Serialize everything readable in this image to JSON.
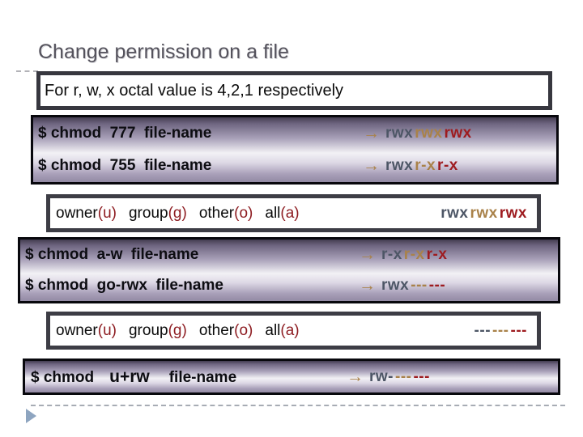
{
  "slide": {
    "title": "Change permission on a file",
    "note": "For r, w, x octal value is 4,2,1 respectively"
  },
  "commands": {
    "arrow": "→",
    "b1r1": {
      "cmd": "$ chmod  777  file-name",
      "g1": "rwx",
      "g2": "rwx",
      "g3": "rwx"
    },
    "b1r2": {
      "cmd": "$ chmod  755  file-name",
      "g1": "rwx",
      "g2": "r-x",
      "g3": "r-x"
    },
    "b2r1": {
      "cmd": "$ chmod  a-w  file-name",
      "g1": "r-x",
      "g2": "r-x",
      "g3": "r-x"
    },
    "b2r2": {
      "cmd": "$ chmod  go-rwx  file-name",
      "g1": "rwx",
      "g2": "---",
      "g3": "---"
    },
    "b3r1": {
      "prefix": "$ chmod",
      "mode": "u+rw",
      "file": "file-name",
      "g1": "rw-",
      "g2": "---",
      "g3": "---"
    }
  },
  "legend": {
    "owner": "owner",
    "owner_scope": "(u)",
    "group": "group",
    "group_scope": "(g)",
    "other": "other",
    "other_scope": "(o)",
    "all": "all",
    "all_scope": "(a)",
    "row1": {
      "g1": "rwx",
      "g2": "rwx",
      "g3": "rwx"
    },
    "row2": {
      "g1": "---",
      "g2": "---",
      "g3": "---"
    }
  },
  "colors": {
    "owner_perm_text": "#4d5666",
    "group_perm_text": "#a9824a",
    "other_perm_text": "#9e1b1f",
    "scope_text": "#8e1d22",
    "arrow": "#a9824a",
    "bar_gradient_top": "#443d51",
    "bar_gradient_light": "#f2f1f5",
    "bar_gradient_bottom": "#938aa4",
    "bar_border": "#08080d",
    "box_border": "#37373f",
    "title_text": "#54525c",
    "slide_arrow": "#8ea5c0",
    "dashed_line": "#a7acb4"
  },
  "icons": {
    "arrow_icon": "right-arrow",
    "slide_bullet_icon": "right-triangle"
  }
}
